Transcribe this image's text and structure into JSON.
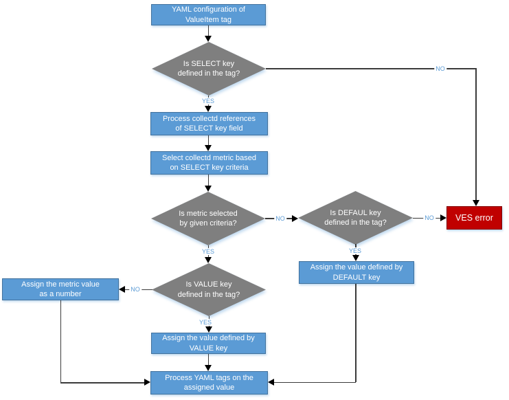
{
  "diagram_type": "flowchart",
  "colors": {
    "process_fill": "#5B9BD5",
    "process_border": "#41719C",
    "decision_fill": "#7F7F7F",
    "error_fill": "#C00000",
    "error_border": "#7F0000",
    "connector": "#3A3A3A",
    "arrowhead": "#000000",
    "edge_label_text": "#5B9BD5",
    "node_text": "#FFFFFF",
    "shadow_glow": "#BDD7EE",
    "background": "#FFFFFF"
  },
  "nodes": {
    "yaml_config": {
      "type": "process",
      "label": "YAML configuration of\nValueItem tag"
    },
    "is_select": {
      "type": "decision",
      "label": "Is SELECT key\ndefined in the tag?"
    },
    "process_refs": {
      "type": "process",
      "label": "Process collectd references\nof SELECT key field"
    },
    "select_metric": {
      "type": "process",
      "label": "Select collectd metric based\non SELECT key criteria"
    },
    "is_metric": {
      "type": "decision",
      "label": "Is metric selected\nby given criteria?"
    },
    "is_default": {
      "type": "decision",
      "label": "Is DEFAUL key\ndefined in the tag?"
    },
    "ves_error": {
      "type": "error",
      "label": "VES error"
    },
    "assign_default": {
      "type": "process",
      "label": "Assign the value defined by\nDEFAULT key"
    },
    "is_value": {
      "type": "decision",
      "label": "Is VALUE key\ndefined in the tag?"
    },
    "assign_number": {
      "type": "process",
      "label": "Assign the metric value\nas a number"
    },
    "assign_value": {
      "type": "process",
      "label": "Assign the value defined by\nVALUE key"
    },
    "process_yaml": {
      "type": "process",
      "label": "Process YAML tags on the\nassigned value"
    }
  },
  "edges": [
    {
      "from": "yaml_config",
      "to": "is_select",
      "label": ""
    },
    {
      "from": "is_select",
      "to": "process_refs",
      "label": "YES"
    },
    {
      "from": "is_select",
      "to": "ves_error",
      "label": "NO"
    },
    {
      "from": "process_refs",
      "to": "select_metric",
      "label": ""
    },
    {
      "from": "select_metric",
      "to": "is_metric",
      "label": ""
    },
    {
      "from": "is_metric",
      "to": "is_default",
      "label": "NO"
    },
    {
      "from": "is_metric",
      "to": "is_value",
      "label": "YES"
    },
    {
      "from": "is_default",
      "to": "ves_error",
      "label": "NO"
    },
    {
      "from": "is_default",
      "to": "assign_default",
      "label": "YES"
    },
    {
      "from": "assign_default",
      "to": "process_yaml",
      "label": ""
    },
    {
      "from": "is_value",
      "to": "assign_number",
      "label": "NO"
    },
    {
      "from": "is_value",
      "to": "assign_value",
      "label": "YES"
    },
    {
      "from": "assign_number",
      "to": "process_yaml",
      "label": ""
    },
    {
      "from": "assign_value",
      "to": "process_yaml",
      "label": ""
    }
  ]
}
